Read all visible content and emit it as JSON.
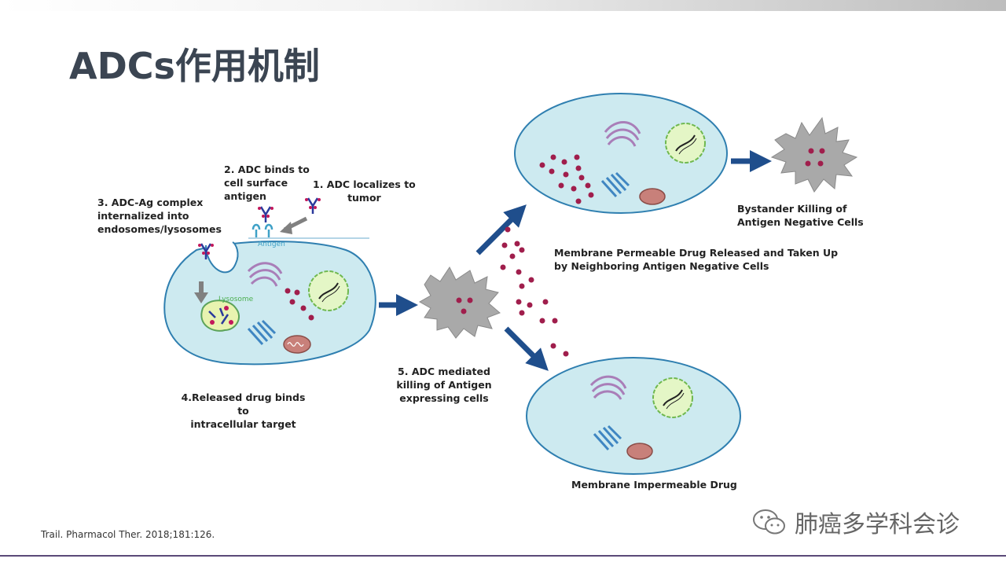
{
  "title": "ADCs作用机制",
  "labels": {
    "step1": "1. ADC localizes to\ntumor",
    "step2": "2. ADC binds to\ncell surface\nantigen",
    "step3": "3. ADC-Ag complex\ninternalized into\nendosomes/lysosomes",
    "step4": "4.Released drug binds to\nintracellular target",
    "step5": "5. ADC mediated\nkilling of Antigen\nexpressing cells",
    "membrane_permeable": "Membrane Permeable Drug Released and Taken Up\nby Neighboring Antigen Negative Cells",
    "bystander": "Bystander Killing of\nAntigen Negative Cells",
    "membrane_impermeable": "Membrane Impermeable Drug",
    "antigen": "Antigen",
    "lysosome": "Lysosome"
  },
  "citation": "Trail. Pharmacol Ther. 2018;181:126.",
  "watermark": "肺癌多学科会诊",
  "colors": {
    "cell_fill": "#cdeaf0",
    "cell_stroke": "#2f7fb0",
    "dead_cell": "#a9a9a9",
    "drug_dot": "#a01e4c",
    "arrow": "#1f4e8c",
    "nucleus": "#e4f6c6",
    "golgi": "#a97eb8",
    "mito": "#c8807a",
    "lysosome": "#e8f3b0",
    "title": "#3b4552"
  }
}
